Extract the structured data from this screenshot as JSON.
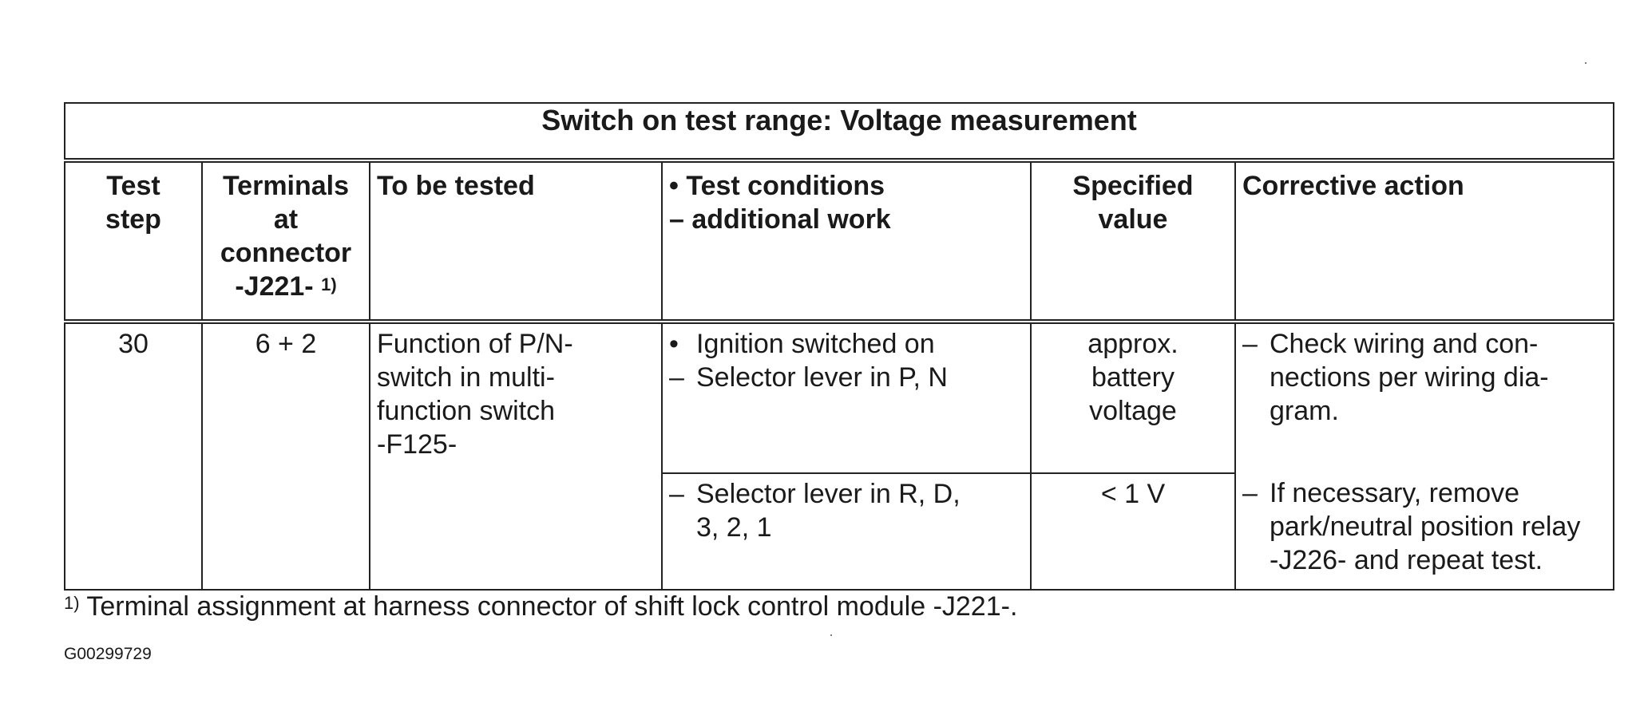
{
  "table": {
    "title": "Switch on test range: Voltage measurement",
    "headers": {
      "test_step": [
        "Test",
        "step"
      ],
      "terminals": [
        "Terminals",
        "at",
        "connector",
        "-J221-"
      ],
      "terminals_footnote_mark": "1)",
      "to_be_tested": "To be tested",
      "conditions": [
        "• Test conditions",
        "– additional work"
      ],
      "specified": [
        "Specified",
        "value"
      ],
      "corrective": "Corrective action"
    },
    "row": {
      "test_step": "30",
      "terminals": "6 + 2",
      "to_be_tested": [
        "Function of P/N-",
        "switch in multi-",
        "function switch",
        "-F125-"
      ],
      "sub1": {
        "conditions": [
          {
            "marker": "•",
            "text": "Ignition switched on"
          },
          {
            "marker": "–",
            "text": "Selector lever in P, N"
          }
        ],
        "specified": [
          "approx.",
          "battery",
          "voltage"
        ],
        "corrective": {
          "marker": "–",
          "lines": [
            "Check wiring and con-",
            "nections per wiring dia-",
            "gram."
          ]
        }
      },
      "sub2": {
        "conditions": {
          "marker": "–",
          "lines": [
            "Selector lever in R, D,",
            "3, 2, 1"
          ]
        },
        "specified": "< 1 V",
        "corrective": {
          "marker": "–",
          "lines": [
            "If necessary, remove",
            "park/neutral position relay",
            "-J226- and repeat test."
          ]
        }
      }
    }
  },
  "footnote": {
    "mark": "1)",
    "text": " Terminal assignment at harness connector of shift lock control module -J221-."
  },
  "figure_code": "G00299729"
}
